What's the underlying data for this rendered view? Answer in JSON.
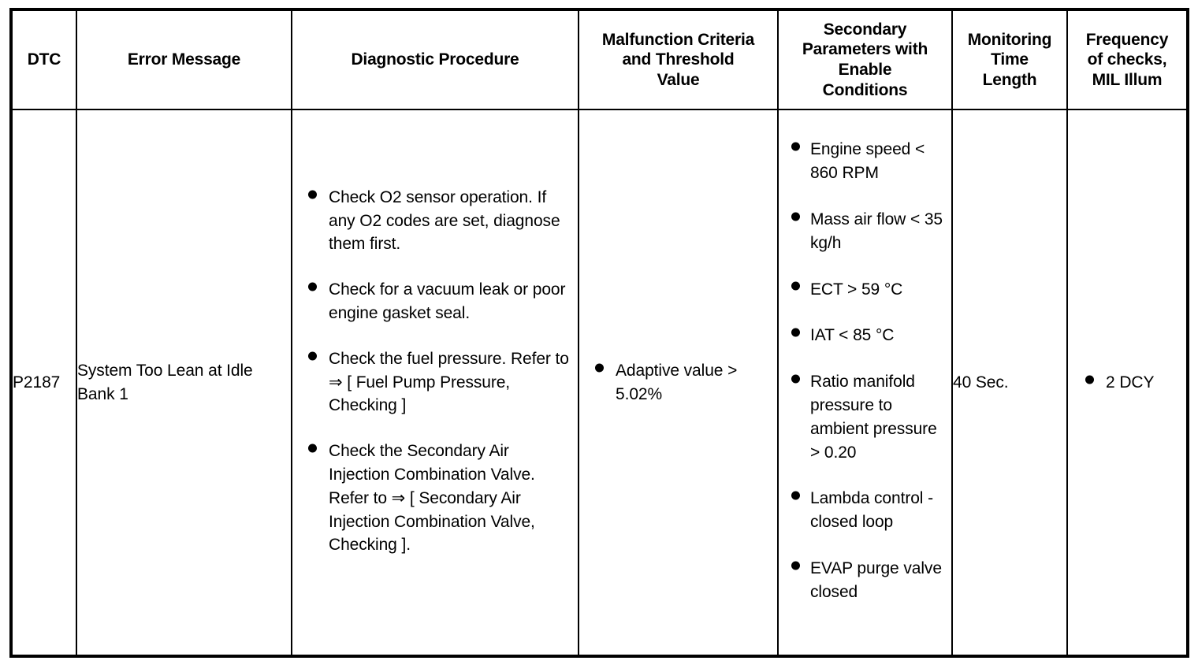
{
  "table": {
    "columns": [
      {
        "key": "dtc",
        "label": "DTC"
      },
      {
        "key": "error_message",
        "label": "Error Message"
      },
      {
        "key": "diagnostic_procedure",
        "label": "Diagnostic Procedure"
      },
      {
        "key": "malfunction_criteria",
        "label_lines": [
          "Malfunction Criteria",
          "and Threshold",
          "Value"
        ]
      },
      {
        "key": "secondary_parameters",
        "label_lines": [
          "Secondary",
          "Parameters with",
          "Enable",
          "Conditions"
        ]
      },
      {
        "key": "monitoring_time",
        "label_lines": [
          "Monitoring",
          "Time",
          "Length"
        ]
      },
      {
        "key": "frequency",
        "label_lines": [
          "Frequency",
          "of checks,",
          "MIL Illum"
        ]
      }
    ],
    "header": {
      "dtc": "DTC",
      "error_message": "Error Message",
      "diagnostic_procedure": "Diagnostic Procedure",
      "malfunction_criteria_l1": "Malfunction Criteria",
      "malfunction_criteria_l2": "and Threshold",
      "malfunction_criteria_l3": "Value",
      "secondary_parameters_l1": "Secondary",
      "secondary_parameters_l2": "Parameters with",
      "secondary_parameters_l3": "Enable",
      "secondary_parameters_l4": "Conditions",
      "monitoring_time_l1": "Monitoring",
      "monitoring_time_l2": "Time",
      "monitoring_time_l3": "Length",
      "frequency_l1": "Frequency",
      "frequency_l2": "of checks,",
      "frequency_l3": "MIL Illum"
    },
    "rows": [
      {
        "dtc": "P2187",
        "error_message": "System Too Lean at Idle Bank 1",
        "diagnostic_procedure": [
          "Check O2 sensor operation. If any O2 codes are set, diagnose them first.",
          "Check for a vacuum leak or poor engine gasket seal.",
          "Check the fuel pressure. Refer to ⇒ [ Fuel Pump Pressure, Checking ]",
          "Check the Secondary Air Injection Combination Valve. Refer to ⇒ [ Secondary Air Injection Combination Valve, Checking ]."
        ],
        "malfunction_criteria": [
          "Adaptive value > 5.02%"
        ],
        "secondary_parameters": [
          "Engine speed < 860 RPM",
          "Mass air flow < 35 kg/h",
          "ECT > 59 °C",
          "IAT < 85 °C",
          "Ratio manifold pressure to ambient pressure > 0.20",
          "Lambda control - closed loop",
          "EVAP purge valve closed"
        ],
        "monitoring_time": "40 Sec.",
        "frequency": [
          "2 DCY"
        ]
      }
    ]
  },
  "style": {
    "border_color": "#000000",
    "text_color": "#000000",
    "background": "#ffffff"
  }
}
